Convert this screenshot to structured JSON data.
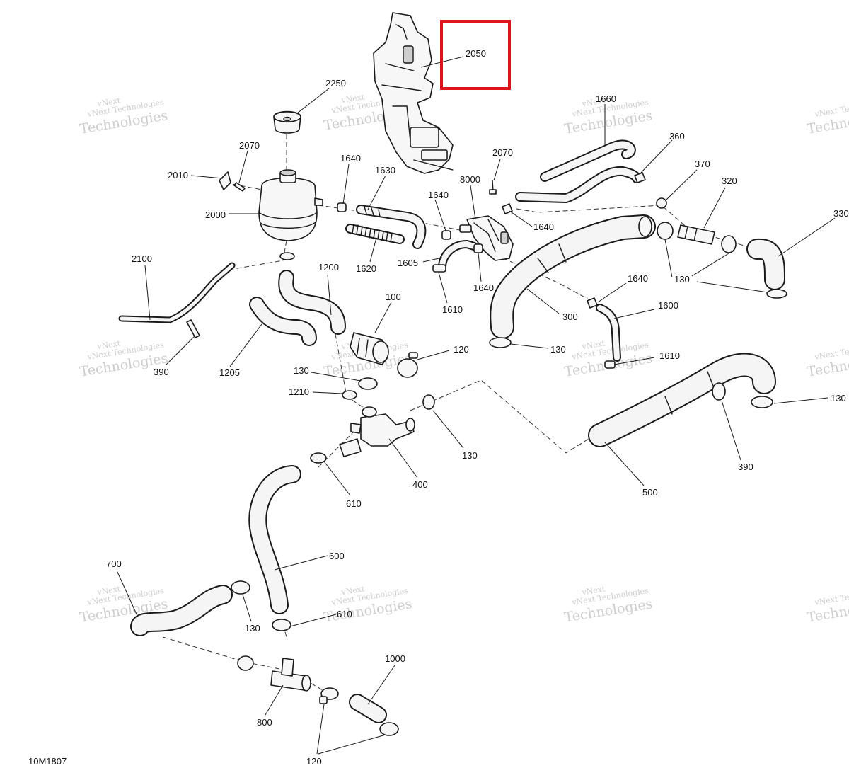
{
  "drawing": {
    "code": "10M1807",
    "highlighted_part": "2050"
  },
  "watermark": {
    "line1": "vNext",
    "line2": "vNext Technologies",
    "line3": "Technologies"
  },
  "callouts": {
    "c2050": "2050",
    "c2250": "2250",
    "c1660": "1660",
    "c360": "360",
    "c370": "370",
    "c320": "320",
    "c330": "330",
    "c2070a": "2070",
    "c2010": "2010",
    "c2000": "2000",
    "c1640a": "1640",
    "c1630": "1630",
    "c1640b": "1640",
    "c8000": "8000",
    "c2070b": "2070",
    "c1640c": "1640",
    "c1620": "1620",
    "c1605": "1605",
    "c1640d": "1640",
    "c1610a": "1610",
    "c130a": "130",
    "c2100": "2100",
    "c1200": "1200",
    "c1640e": "1640",
    "c300": "300",
    "c1600": "1600",
    "c100": "100",
    "c390a": "390",
    "c1205": "1205",
    "c120a": "120",
    "c130b": "130",
    "c1610b": "1610",
    "c130c": "130",
    "c1210": "1210",
    "c130d": "130",
    "c130e": "130",
    "c390b": "390",
    "c400": "400",
    "c500": "500",
    "c610a": "610",
    "c600": "600",
    "c700": "700",
    "c130f": "130",
    "c610b": "610",
    "c1000": "1000",
    "c800": "800",
    "c120b": "120"
  },
  "colors": {
    "highlight": "#e0141b",
    "line": "#1a1a1a",
    "watermark": "#bdbdbd"
  }
}
